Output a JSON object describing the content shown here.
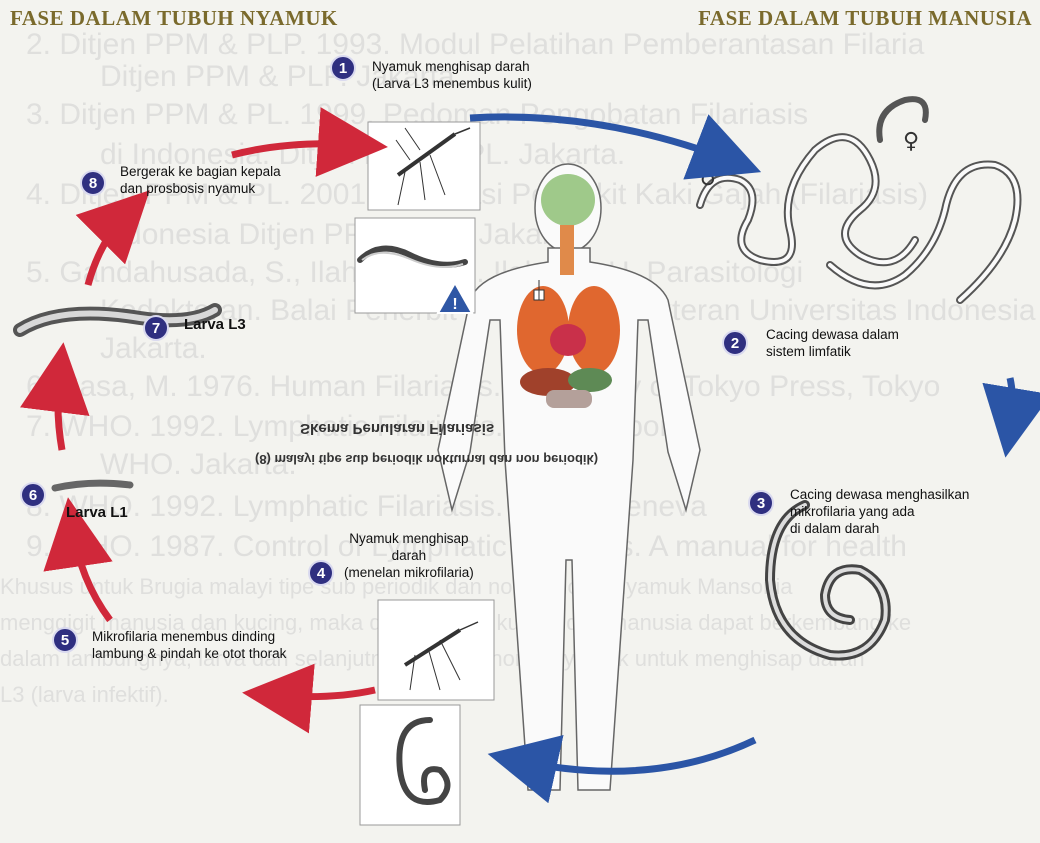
{
  "headers": {
    "left": "FASE DALAM TUBUH NYAMUK",
    "right": "FASE DALAM TUBUH MANUSIA"
  },
  "steps": [
    {
      "number": "1",
      "line1": "Nyamuk menghisap darah",
      "line2": "(Larva L3 menembus kulit)"
    },
    {
      "number": "2",
      "line1": "Cacing dewasa dalam",
      "line2": "sistem limfatik"
    },
    {
      "number": "3",
      "line1": "Cacing dewasa menghasilkan",
      "line2": "mikrofilaria yang ada",
      "line3": "di dalam darah"
    },
    {
      "number": "4",
      "line1": "Nyamuk menghisap",
      "line2": "darah",
      "line3": "(menelan mikrofilaria)"
    },
    {
      "number": "5",
      "line1": "Mikrofilaria menembus dinding",
      "line2": "lambung & pindah ke otot thorak"
    },
    {
      "number": "6",
      "line1": "Larva L1"
    },
    {
      "number": "7",
      "line1": "Larva L3"
    },
    {
      "number": "8",
      "line1": "Bergerak ke bagian kepala",
      "line2": "dan prosbosis nyamuk"
    }
  ],
  "center_caption": {
    "line1": "Skema Penularan Filariasis",
    "line2": "(8) malayi tipe sub periodik nokturnal dan non periodik)"
  },
  "background_text": [
    "2. Ditjen PPM & PLP. 1993. Modul Pelatihan Pemberantasan Filaria",
    "Ditjen PPM & PLP. Jakarta.",
    "3. Ditjen PPM & PL. 1999. Pedoman Pengobatan Filariasis",
    "di Indonesia. Ditjen PPM & PL. Jakarta.",
    "4. Ditjen PPM & PL. 2001. Eliminasi Penyakit Kaki Gajah (Filariasis)",
    "Indonesia Ditjen PPM & PL. Jakarta.",
    "5. Gandahusada, S., Ilahude, H.D. Ilahude, H. Parasitologi",
    "Kedokteran. Balai Penerbit Fakultas Kedokteran Universitas Indonesia",
    "Jakarta.",
    "6. Sasa, M. 1976. Human Filariasis. University of Tokyo Press, Tokyo",
    "7. WHO. 1992. Lymphatic Filariasis. Third Report",
    "WHO. Jakarta.",
    "8. WHO. 1992. Lymphatic Filariasis. WHO. Geneva",
    "9. WHO. 1987. Control of Lymphatic Filariasis. A manual for health",
    "Khusus untuk Brugia malayi tipe sub periodik dan non periodik nyamuk Mansonia",
    "menggigit manusia dan kucing, maka dalam tubuh kucing dan manusia dapat berkembang ke",
    "dalam lambungnya, larva dan selanjutnya ke otot thorak nyamuk untuk menghisap darah",
    "L3 (larva infektif)."
  ],
  "colors": {
    "header": "#7a6a2c",
    "badge": "#2f2f80",
    "arrow_red": "#d0283a",
    "arrow_blue": "#2b55a6"
  },
  "icons": [
    "mosquito-icon",
    "larva-icon",
    "microfilaria-icon",
    "adult-worm-icon",
    "human-body-icon",
    "warning-triangle-icon"
  ]
}
